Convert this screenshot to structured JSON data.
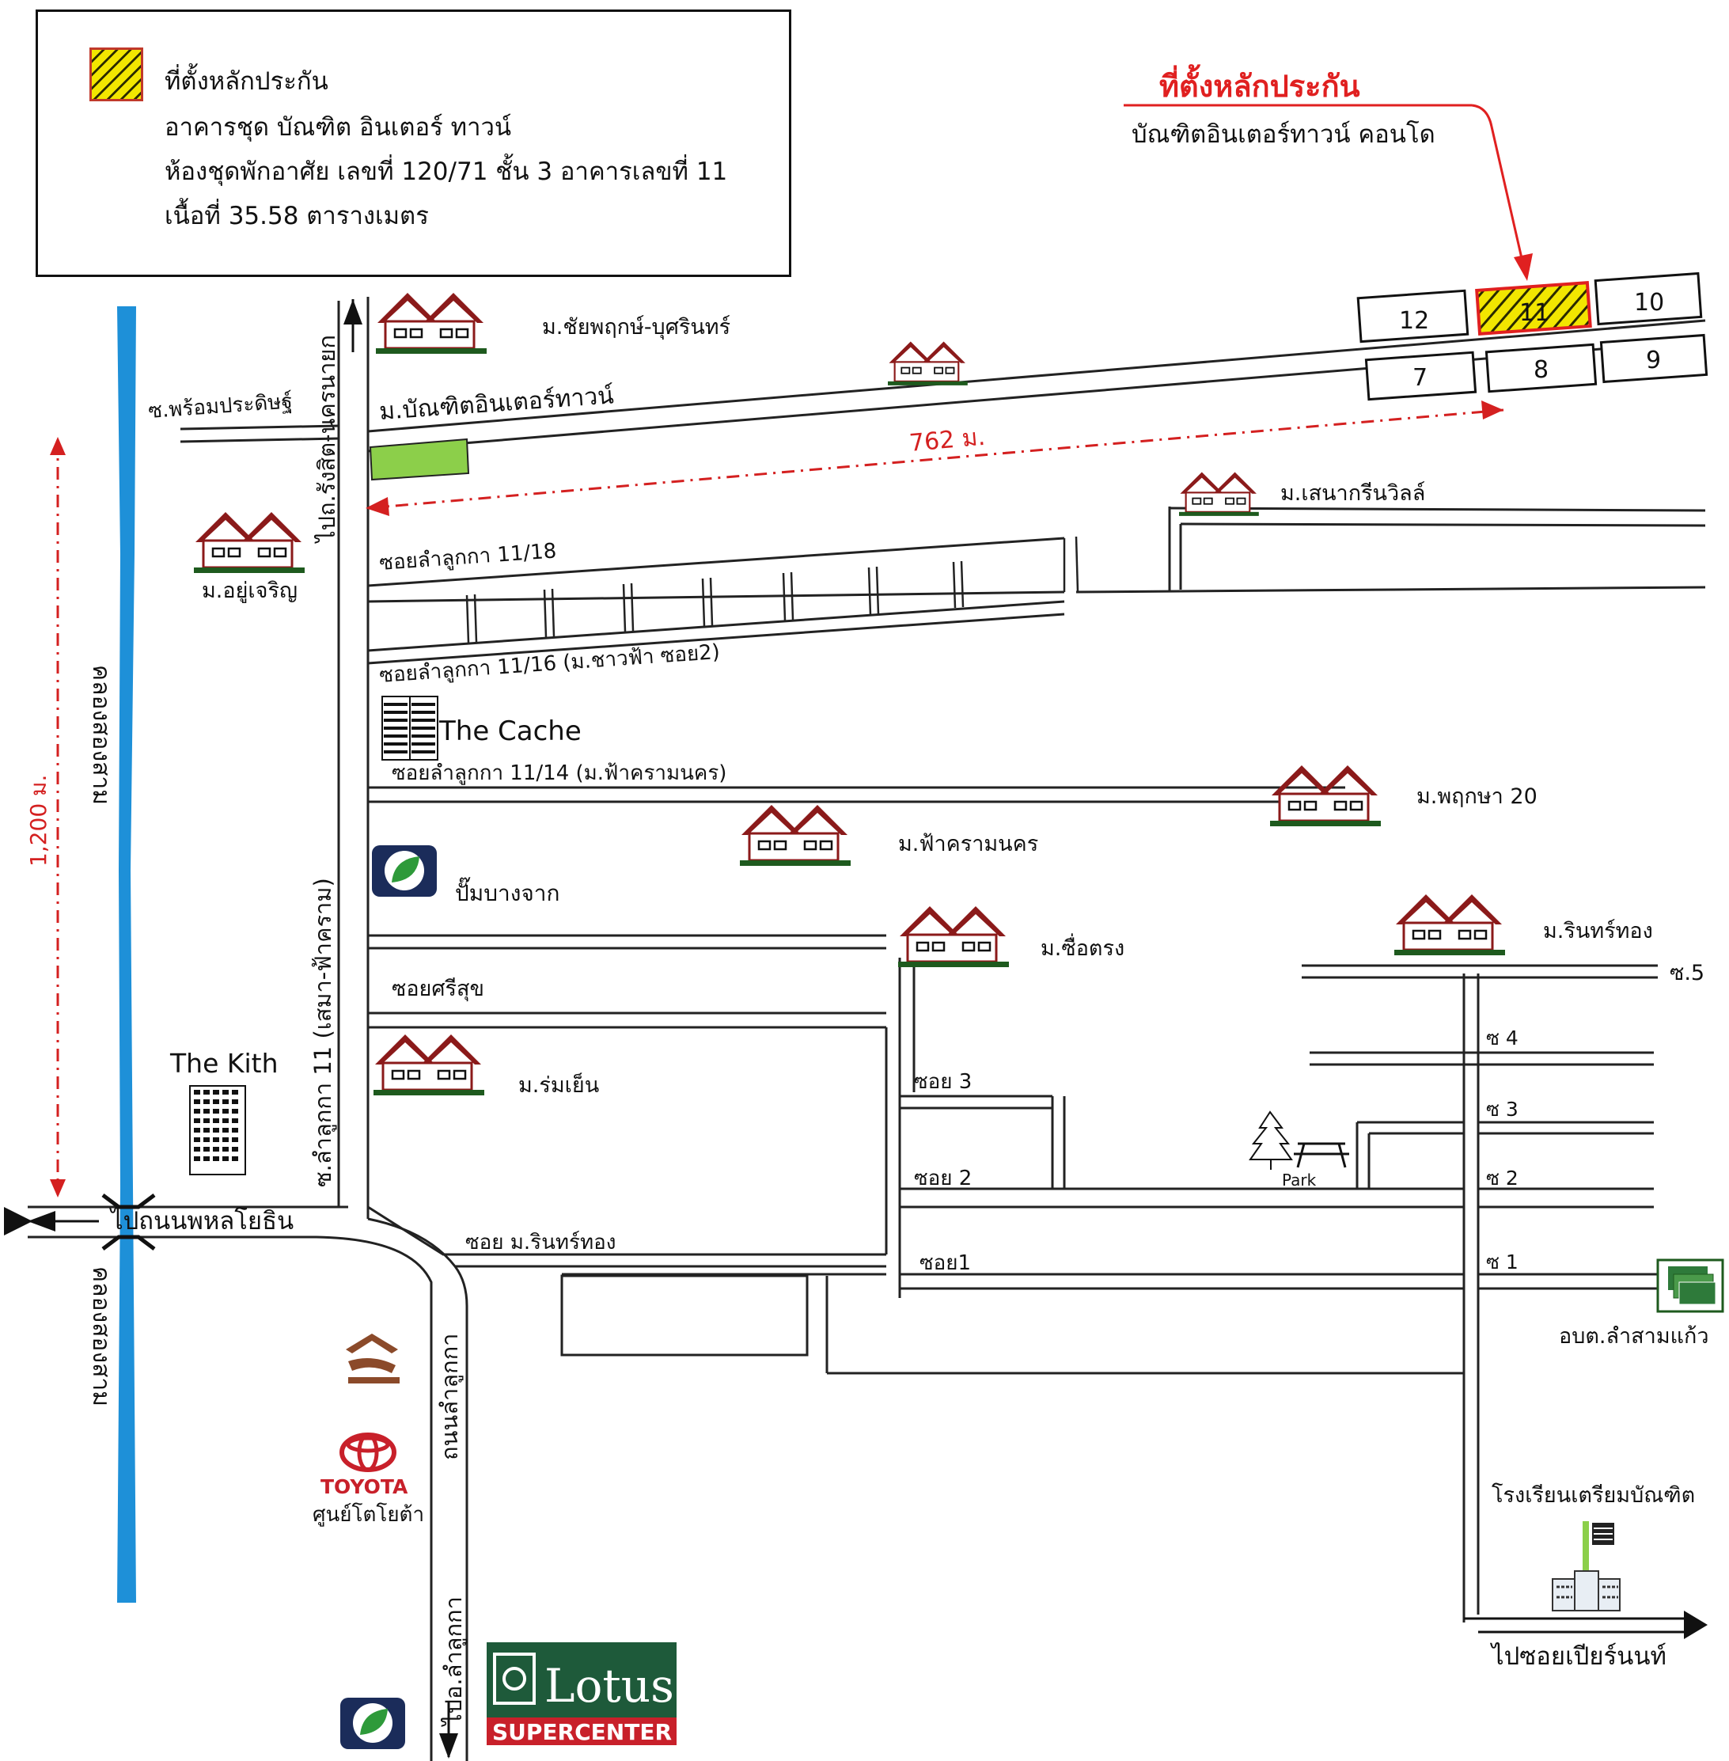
{
  "legend": {
    "title": "ที่ตั้งหลักประกัน",
    "line1": "อาคารชุด บัณฑิต อินเตอร์ ทาวน์",
    "line2": "ห้องชุดพักอาศัย เลขที่ 120/71 ชั้น 3 อาคารเลขที่ 11",
    "line3": "เนื้อที่ 35.58 ตารางเมตร"
  },
  "target": {
    "title": "ที่ตั้งหลักประกัน",
    "subtitle": "บัณฑิตอินเตอร์ทาวน์ คอนโด",
    "title_color": "#e02020"
  },
  "buildings": [
    "12",
    "11",
    "10",
    "7",
    "8",
    "9"
  ],
  "distances": {
    "along_road": "762 ม.",
    "canal_length": "1,200 ม."
  },
  "canal": {
    "label": "คลองสองสาม",
    "color": "#1e90d8"
  },
  "roads": {
    "phromprasit": "ซ.พร้อมประดิษฐ์",
    "rangsit_nakhon_nayok": "ไปถ.รังสิต-นครนายก",
    "bundit_inter_town": "ม.บัณฑิตอินเตอร์ทาวน์",
    "soi_11_18": "ซอยลำลูกกา 11/18",
    "soi_11_16": "ซอยลำลูกกา 11/16 (ม.ชาวฟ้า ซอย2)",
    "soi_11_14": "ซอยลำลูกกา 11/14 (ม.ฟ้าครามนคร)",
    "soi_srisuk": "ซอยศรีสุข",
    "lamlukka_11": "ซ.ลำลูกกา 11 (เสมา-ฟ้าคราม)",
    "to_phahonyothin": "ไปถนนพหลโยธิน",
    "soi_rinthong": "ซอย ม.รินทร์ทอง",
    "soi_3": "ซอย 3",
    "soi_2": "ซอย 2",
    "soi_1": "ซอย1",
    "s5": "ซ.5",
    "s4": "ซ 4",
    "s3": "ซ 3",
    "s2": "ซ 2",
    "s1": "ซ 1",
    "lamlukka_road": "ถนนลำลูกกา",
    "to_lamlukka": "ไปอ.ลำลูกกา",
    "to_soi_pearnut": "ไปซอยเปียร์นนท์"
  },
  "villages": {
    "chaiyapruk": "ม.ชัยพฤกษ์-บุศรินทร์",
    "yoocharoen": "ม.อยู่เจริญ",
    "senagreenville": "ม.เสนากรีนวิลล์",
    "pruksa20": "ม.พฤกษา 20",
    "fakramnakhon": "ม.ฟ้าครามนคร",
    "suetrong": "ม.ซื่อตรง",
    "rinthong": "ม.รินทร์ทอง",
    "romyen": "ม.ร่มเย็น"
  },
  "landmarks": {
    "the_cache": "The Cache",
    "pump": "ปั๊มบางจาก",
    "the_kith": "The Kith",
    "park": "Park",
    "aobt": "อบต.ลำสามแก้ว",
    "toyota_brand": "TOYOTA",
    "toyota": "ศูนย์โตโยต้า",
    "school": "โรงเรียนเตรียมบัณฑิต",
    "lotus_brand": "Lotus",
    "lotus_sub": "SUPERCENTER"
  },
  "colors": {
    "house_roof": "#8b1a1a",
    "house_base": "#1e5a1e",
    "distance_line": "#d42020",
    "green_lot": "#8ccf4a",
    "highlight": "#f2e600"
  }
}
